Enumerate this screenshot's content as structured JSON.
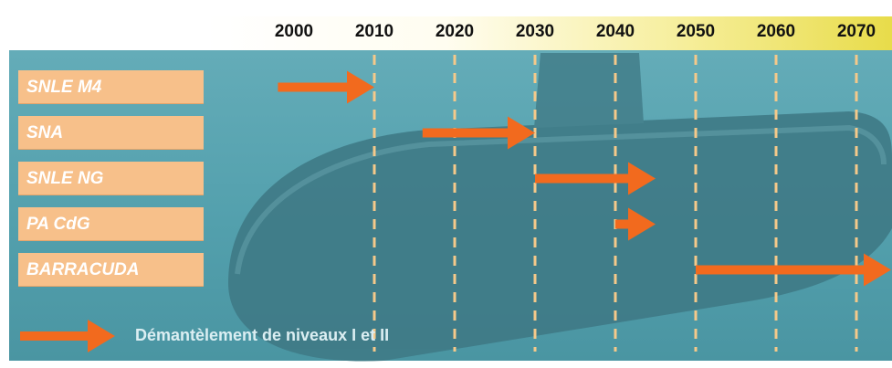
{
  "chart_data": {
    "type": "gantt",
    "title": "",
    "x_ticks": [
      "2000",
      "2010",
      "2020",
      "2030",
      "2040",
      "2050",
      "2060",
      "2070"
    ],
    "xlim": [
      2000,
      2075
    ],
    "grid": "vertical dashed lines at each decade",
    "categories": [
      "SNLE M4",
      "SNA",
      "SNLE NG",
      "PA CdG",
      "BARRACUDA"
    ],
    "series": [
      {
        "category": "SNLE M4",
        "start": 1998,
        "end": 2010
      },
      {
        "category": "SNA",
        "start": 2016,
        "end": 2030
      },
      {
        "category": "SNLE NG",
        "start": 2030,
        "end": 2045
      },
      {
        "category": "PA CdG",
        "start": 2040,
        "end": 2045
      },
      {
        "category": "BARRACUDA",
        "start": 2050,
        "end": 2075
      }
    ],
    "legend": {
      "text": "Démantèlement de niveaux I et II",
      "placement": "bottom-left"
    },
    "colors": {
      "arrow": "#f26a1e",
      "label_box": "#f7c08a",
      "background": "#5aa6b2",
      "grid": "#f5c98a"
    }
  }
}
